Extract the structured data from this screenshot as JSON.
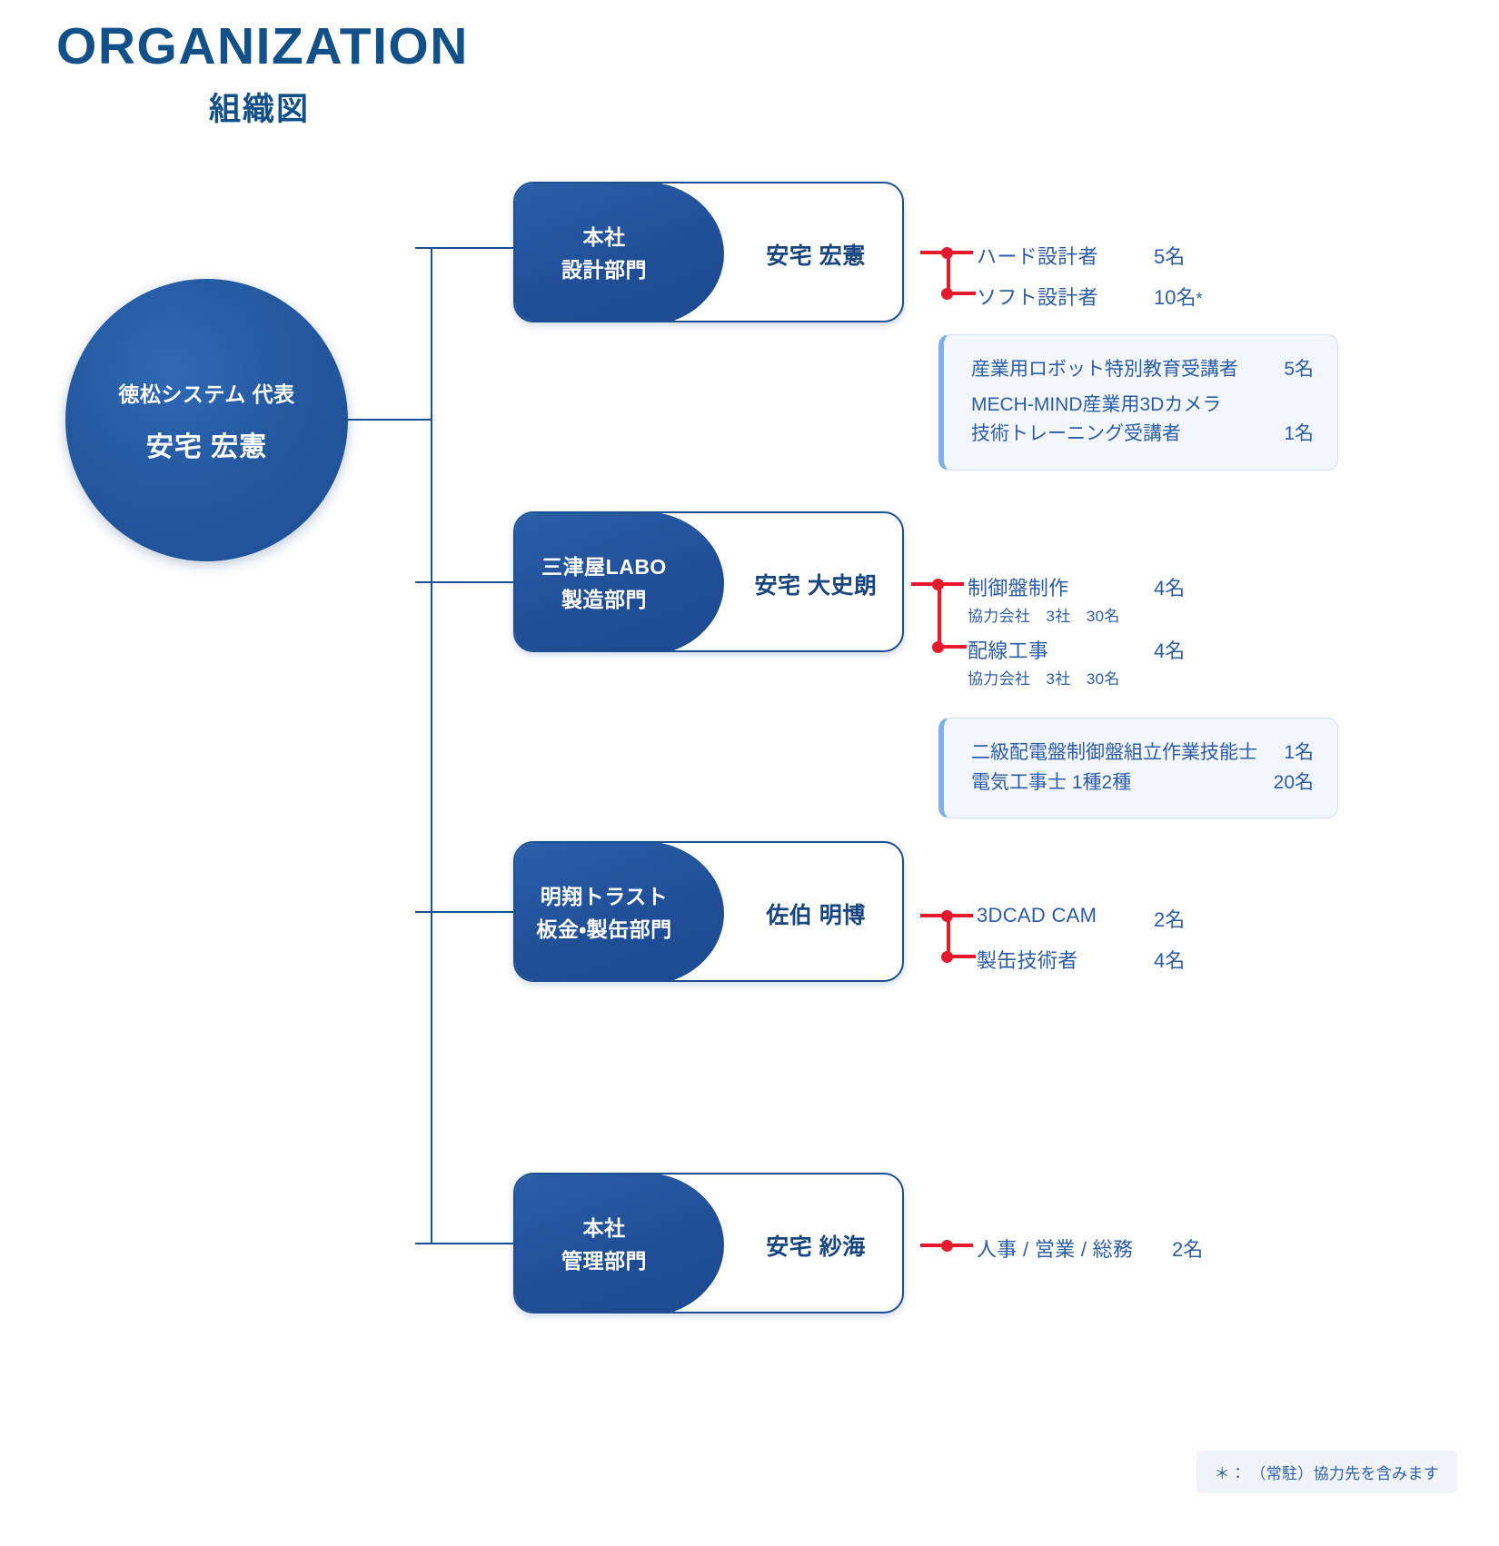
{
  "header": {
    "title_en": "ORGANIZATION",
    "title_ja": "組織図"
  },
  "root": {
    "org_label": "徳松システム 代表",
    "person": "安宅 宏憲"
  },
  "departments": [
    {
      "unit_line1": "本社",
      "unit_line2": "設計部門",
      "manager": "安宅 宏憲",
      "roles": [
        {
          "label": "ハード設計者",
          "count": "5名",
          "star": "",
          "sub": ""
        },
        {
          "label": "ソフト設計者",
          "count": "10名",
          "star": "*",
          "sub": ""
        }
      ],
      "info": [
        {
          "text1": "産業用ロボット特別教育受講者",
          "text2": "",
          "count": "5名"
        },
        {
          "text1": "MECH-MIND産業用3Dカメラ",
          "text2": "技術トレーニング受講者",
          "count": "1名"
        }
      ]
    },
    {
      "unit_line1": "三津屋LABO",
      "unit_line2": "製造部門",
      "manager": "安宅 大史朗",
      "roles": [
        {
          "label": "制御盤制作",
          "count": "4名",
          "star": "",
          "sub": "協力会社　3社　30名"
        },
        {
          "label": "配線工事",
          "count": "4名",
          "star": "",
          "sub": "協力会社　3社　30名"
        }
      ],
      "info": [
        {
          "text1": "二級配電盤制御盤組立作業技能士",
          "text2": "",
          "count": "1名"
        },
        {
          "text1": "電気工事士 1種2種",
          "text2": "",
          "count": "20名"
        }
      ]
    },
    {
      "unit_line1": "明翔トラスト",
      "unit_line2": "板金・製缶部門",
      "manager": "佐伯 明博",
      "roles": [
        {
          "label": "3DCAD CAM",
          "count": "2名",
          "star": "",
          "sub": ""
        },
        {
          "label": "製缶技術者",
          "count": "4名",
          "star": "",
          "sub": ""
        }
      ],
      "info": []
    },
    {
      "unit_line1": "本社",
      "unit_line2": "管理部門",
      "manager": "安宅 紗海",
      "roles": [
        {
          "label": "人事 / 営業 / 総務",
          "count": "2名",
          "star": "",
          "sub": ""
        }
      ],
      "info": []
    }
  ],
  "footnote": {
    "text": "＊： （常駐）協力先を含みます"
  },
  "colors": {
    "brand_blue": "#1b4f91",
    "card_blue": "#204f97",
    "accent_red": "#e8192c",
    "info_bg": "#f3f7fd",
    "info_border": "#7fb0e8"
  }
}
